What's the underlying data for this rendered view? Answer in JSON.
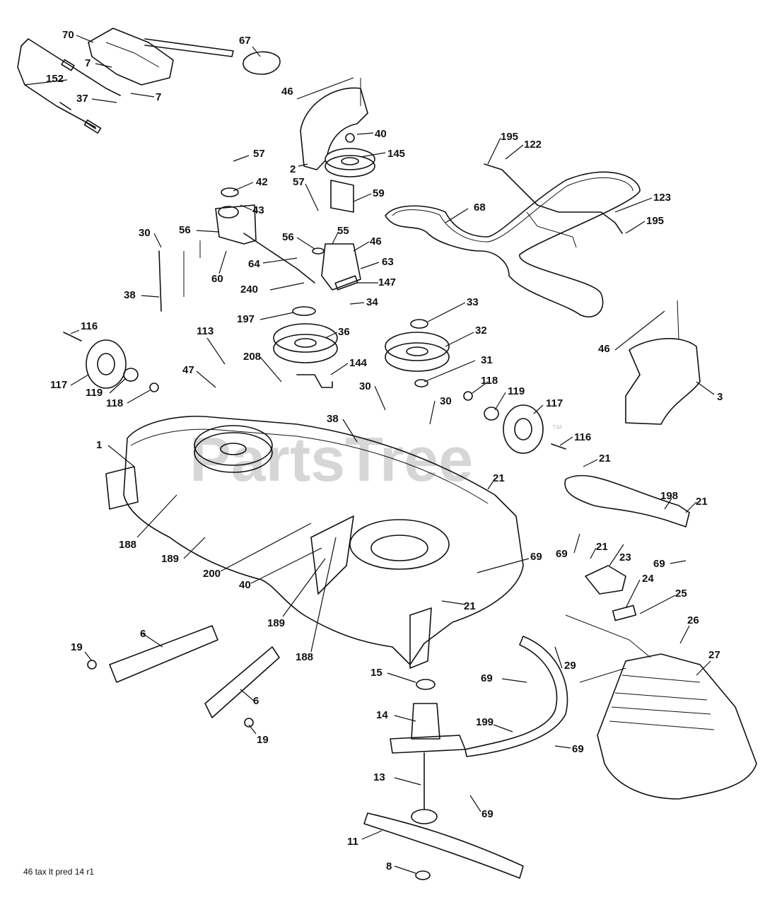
{
  "watermark": {
    "text": "PartsTree",
    "trademark": "™"
  },
  "footer": {
    "code": "46 tax lt pred 14 r1"
  },
  "labels": [
    {
      "id": "70",
      "text": "70"
    },
    {
      "id": "67",
      "text": "67"
    },
    {
      "id": "7a",
      "text": "7"
    },
    {
      "id": "152",
      "text": "152"
    },
    {
      "id": "37",
      "text": "37"
    },
    {
      "id": "7b",
      "text": "7"
    },
    {
      "id": "46a",
      "text": "46"
    },
    {
      "id": "40a",
      "text": "40"
    },
    {
      "id": "145",
      "text": "145"
    },
    {
      "id": "2",
      "text": "2"
    },
    {
      "id": "57a",
      "text": "57"
    },
    {
      "id": "42",
      "text": "42"
    },
    {
      "id": "57b",
      "text": "57"
    },
    {
      "id": "59",
      "text": "59"
    },
    {
      "id": "43",
      "text": "43"
    },
    {
      "id": "195a",
      "text": "195"
    },
    {
      "id": "122",
      "text": "122"
    },
    {
      "id": "123",
      "text": "123"
    },
    {
      "id": "195b",
      "text": "195"
    },
    {
      "id": "68",
      "text": "68"
    },
    {
      "id": "30a",
      "text": "30"
    },
    {
      "id": "56a",
      "text": "56"
    },
    {
      "id": "56b",
      "text": "56"
    },
    {
      "id": "55",
      "text": "55"
    },
    {
      "id": "46b",
      "text": "46"
    },
    {
      "id": "64",
      "text": "64"
    },
    {
      "id": "60",
      "text": "60"
    },
    {
      "id": "63",
      "text": "63"
    },
    {
      "id": "240",
      "text": "240"
    },
    {
      "id": "147",
      "text": "147"
    },
    {
      "id": "38a",
      "text": "38"
    },
    {
      "id": "34",
      "text": "34"
    },
    {
      "id": "197",
      "text": "197"
    },
    {
      "id": "33",
      "text": "33"
    },
    {
      "id": "116a",
      "text": "116"
    },
    {
      "id": "113",
      "text": "113"
    },
    {
      "id": "36",
      "text": "36"
    },
    {
      "id": "32",
      "text": "32"
    },
    {
      "id": "46c",
      "text": "46"
    },
    {
      "id": "208",
      "text": "208"
    },
    {
      "id": "144",
      "text": "144"
    },
    {
      "id": "31",
      "text": "31"
    },
    {
      "id": "47",
      "text": "47"
    },
    {
      "id": "117a",
      "text": "117"
    },
    {
      "id": "119a",
      "text": "119"
    },
    {
      "id": "118a",
      "text": "118"
    },
    {
      "id": "3",
      "text": "3"
    },
    {
      "id": "30b",
      "text": "30"
    },
    {
      "id": "118b",
      "text": "118"
    },
    {
      "id": "119b",
      "text": "119"
    },
    {
      "id": "30c",
      "text": "30"
    },
    {
      "id": "117b",
      "text": "117"
    },
    {
      "id": "38b",
      "text": "38"
    },
    {
      "id": "1",
      "text": "1"
    },
    {
      "id": "116b",
      "text": "116"
    },
    {
      "id": "21a",
      "text": "21"
    },
    {
      "id": "21b",
      "text": "21"
    },
    {
      "id": "198",
      "text": "198"
    },
    {
      "id": "21c",
      "text": "21"
    },
    {
      "id": "188a",
      "text": "188"
    },
    {
      "id": "69a",
      "text": "69"
    },
    {
      "id": "189a",
      "text": "189"
    },
    {
      "id": "200",
      "text": "200"
    },
    {
      "id": "69b",
      "text": "69"
    },
    {
      "id": "21d",
      "text": "21"
    },
    {
      "id": "23",
      "text": "23"
    },
    {
      "id": "69c",
      "text": "69"
    },
    {
      "id": "40b",
      "text": "40"
    },
    {
      "id": "24",
      "text": "24"
    },
    {
      "id": "25",
      "text": "25"
    },
    {
      "id": "21e",
      "text": "21"
    },
    {
      "id": "189b",
      "text": "189"
    },
    {
      "id": "6a",
      "text": "6"
    },
    {
      "id": "26",
      "text": "26"
    },
    {
      "id": "27",
      "text": "27"
    },
    {
      "id": "19a",
      "text": "19"
    },
    {
      "id": "188b",
      "text": "188"
    },
    {
      "id": "29",
      "text": "29"
    },
    {
      "id": "15",
      "text": "15"
    },
    {
      "id": "69d",
      "text": "69"
    },
    {
      "id": "6b",
      "text": "6"
    },
    {
      "id": "14",
      "text": "14"
    },
    {
      "id": "199",
      "text": "199"
    },
    {
      "id": "19b",
      "text": "19"
    },
    {
      "id": "69e",
      "text": "69"
    },
    {
      "id": "13",
      "text": "13"
    },
    {
      "id": "69f",
      "text": "69"
    },
    {
      "id": "11",
      "text": "11"
    },
    {
      "id": "8",
      "text": "8"
    }
  ]
}
